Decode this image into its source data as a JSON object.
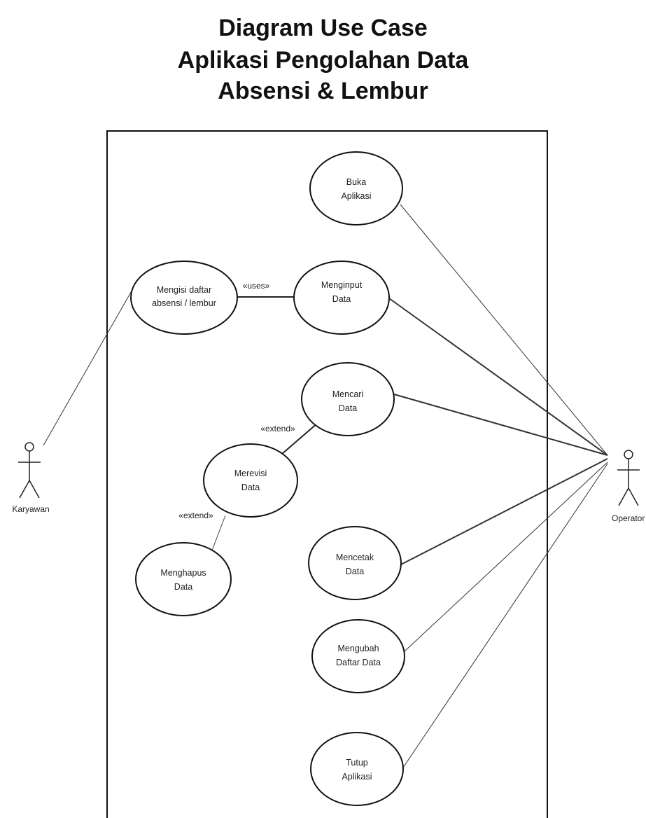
{
  "title": {
    "line1": "Diagram Use Case",
    "line2": "Aplikasi Pengolahan Data",
    "line3": "Absensi & Lembur"
  },
  "actors": {
    "karyawan": "Karyawan",
    "operator": "Operator"
  },
  "use_cases": {
    "buka_aplikasi": [
      "Buka",
      "Aplikasi"
    ],
    "mengisi_daftar": [
      "Mengisi daftar",
      "absensi / lembur"
    ],
    "menginput_data": [
      "Menginput",
      "Data"
    ],
    "mencari_data": [
      "Mencari",
      "Data"
    ],
    "merevisi_data": [
      "Merevisi",
      "Data"
    ],
    "menghapus_data": [
      "Menghapus",
      "Data"
    ],
    "mencetak_data": [
      "Mencetak",
      "Data"
    ],
    "mengubah_daftar_data": [
      "Mengubah",
      "Daftar Data"
    ],
    "tutup_aplikasi": [
      "Tutup",
      "Aplikasi"
    ]
  },
  "relationship_labels": {
    "uses": "«uses»",
    "extend_merevisi_mencari": "«extend»",
    "extend_menghapus_merevisi": "«extend»"
  }
}
